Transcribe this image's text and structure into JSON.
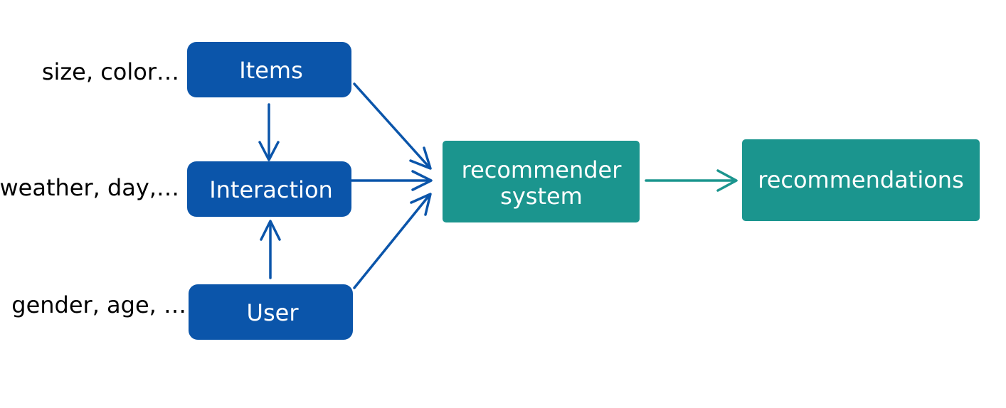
{
  "colors": {
    "input_node": "#0b55aa",
    "system_node": "#1b958e",
    "input_arrow": "#0b55aa",
    "output_arrow": "#1b958e",
    "attribute_text": "#000000",
    "node_text": "#ffffff"
  },
  "nodes": {
    "items": "Items",
    "interaction": "Interaction",
    "user": "User",
    "recommender_line1": "recommender",
    "recommender_line2": "system",
    "recommendations": "recommendations"
  },
  "attributes": {
    "items": "size, color…",
    "interaction": "weather, day,…",
    "user": "gender, age, …"
  }
}
